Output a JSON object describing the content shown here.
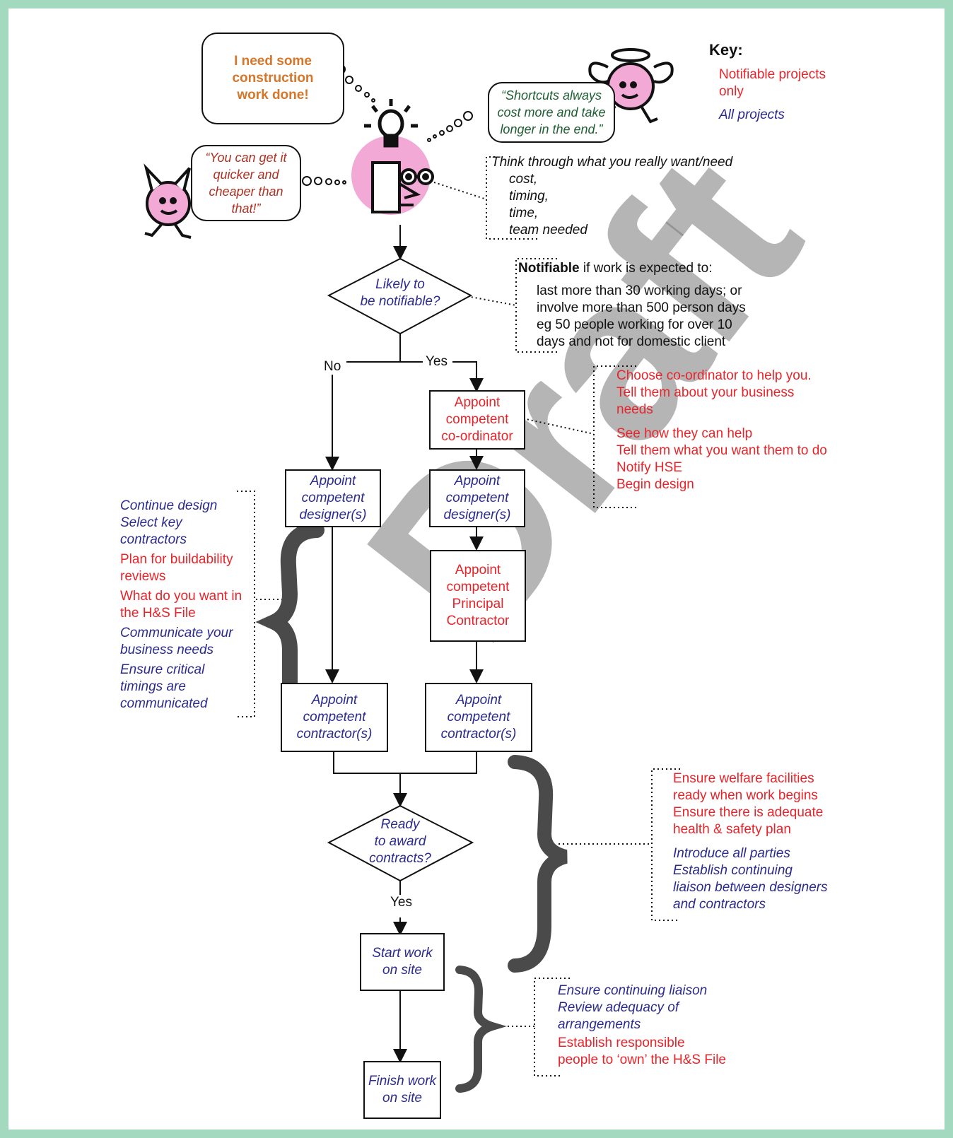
{
  "key": {
    "title": "Key:",
    "notifiable_only": [
      "Notifiable projects",
      "only"
    ],
    "all_projects": "All projects"
  },
  "client_bubble": [
    "I need some",
    "construction",
    "work done!"
  ],
  "devil_bubble": [
    "“You can get it",
    "quicker and",
    "cheaper than",
    "that!”"
  ],
  "angel_bubble": [
    "“Shortcuts always",
    "cost more and take",
    "longer in the end.”"
  ],
  "think_note": {
    "title": "Think through what you really want/need",
    "items": [
      "cost,",
      "timing,",
      "time,",
      "team needed"
    ]
  },
  "notifiable_note": {
    "bold": "Notifiable",
    "rest": " if work is expected to:",
    "lines": [
      "last more than 30 working days; or",
      "involve more than 500 person days",
      "eg 50 people working for over 10",
      "days and not for domestic client"
    ]
  },
  "decision_1": [
    "Likely to",
    "be notifiable?"
  ],
  "label_no": "No",
  "label_yes": "Yes",
  "box_coordinator": [
    "Appoint",
    "competent",
    "co-ordinator"
  ],
  "coordinator_note": [
    "Choose co-ordinator to help you.",
    "Tell them about your business",
    "needs",
    "See how they can help",
    "Tell them what you want them to do",
    "Notify HSE",
    "Begin design"
  ],
  "box_designer_left": [
    "Appoint",
    "competent",
    "designer(s)"
  ],
  "box_designer_right": [
    "Appoint",
    "competent",
    "designer(s)"
  ],
  "box_principal": [
    "Appoint",
    "competent",
    "Principal",
    "Contractor"
  ],
  "box_contractor_left": [
    "Appoint",
    "competent",
    "contractor(s)"
  ],
  "box_contractor_right": [
    "Appoint",
    "competent",
    "contractor(s)"
  ],
  "design_note": {
    "blue_1": [
      "Continue design",
      "Select key",
      "contractors"
    ],
    "red_1": [
      "Plan for buildability",
      "reviews",
      "What do you want in",
      "the H&S File"
    ],
    "blue_2": [
      "Communicate your",
      "business needs",
      "Ensure critical",
      "timings are",
      "communicated"
    ]
  },
  "decision_2": [
    "Ready",
    "to award",
    "contracts?"
  ],
  "label_yes_2": "Yes",
  "award_note": {
    "red": [
      "Ensure welfare facilities",
      "ready when work begins",
      "Ensure there is adequate",
      "health & safety plan"
    ],
    "blue": [
      "Introduce all parties",
      "Establish continuing",
      "liaison between designers",
      "and contractors"
    ]
  },
  "box_start": [
    "Start work",
    "on site"
  ],
  "box_finish": [
    "Finish work",
    "on site"
  ],
  "site_note": {
    "blue": [
      "Ensure continuing liaison",
      "Review adequacy of",
      "arrangements"
    ],
    "red": [
      "Establish responsible",
      "people to ‘own’ the H&S File"
    ]
  },
  "watermark": "Draft",
  "colors": {
    "frame": "#a3d9bf",
    "red": "#e8242a",
    "blue": "#2b2a8f",
    "orange": "#d6762a",
    "pink": "#f2a9d6",
    "brace": "#4a4a4a"
  }
}
